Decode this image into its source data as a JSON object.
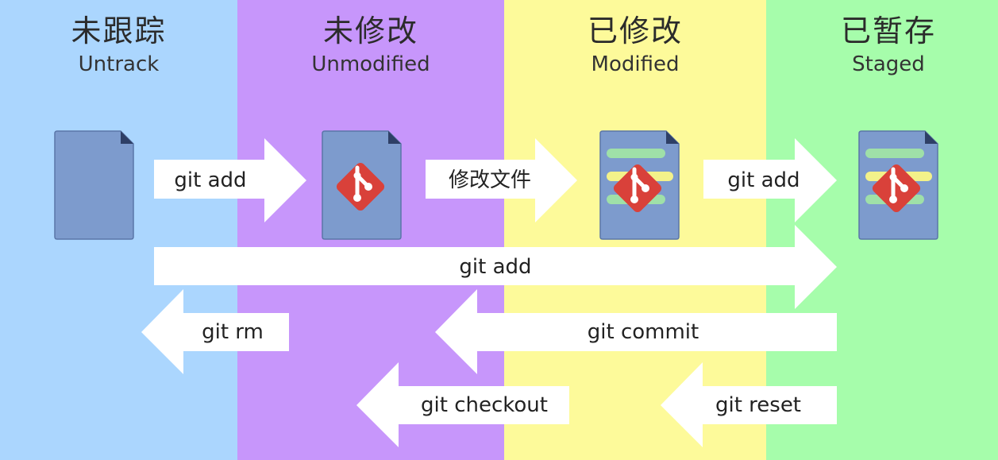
{
  "columns": [
    {
      "title": "未跟踪",
      "subtitle": "Untrack",
      "color": "#abd6fe"
    },
    {
      "title": "未修改",
      "subtitle": "Unmodified",
      "color": "#c796fb"
    },
    {
      "title": "已修改",
      "subtitle": "Modified",
      "color": "#fdfa9a"
    },
    {
      "title": "已暂存",
      "subtitle": "Staged",
      "color": "#a6fdab"
    }
  ],
  "arrows": {
    "untracked_to_unmodified": "git add",
    "unmodified_to_modified": "修改文件",
    "modified_to_staged": "git add",
    "untracked_to_staged": "git add",
    "remove": "git rm",
    "commit": "git commit",
    "checkout": "git checkout",
    "reset": "git reset"
  },
  "colors": {
    "file_fill": "#7d9bcd",
    "file_stroke": "#5b76a8",
    "git_logo": "#d9413a",
    "line_green": "#9fe0a8",
    "line_yellow": "#f3f28a",
    "arrow": "#ffffff"
  },
  "icons": [
    "file-icon",
    "git-logo-icon"
  ]
}
